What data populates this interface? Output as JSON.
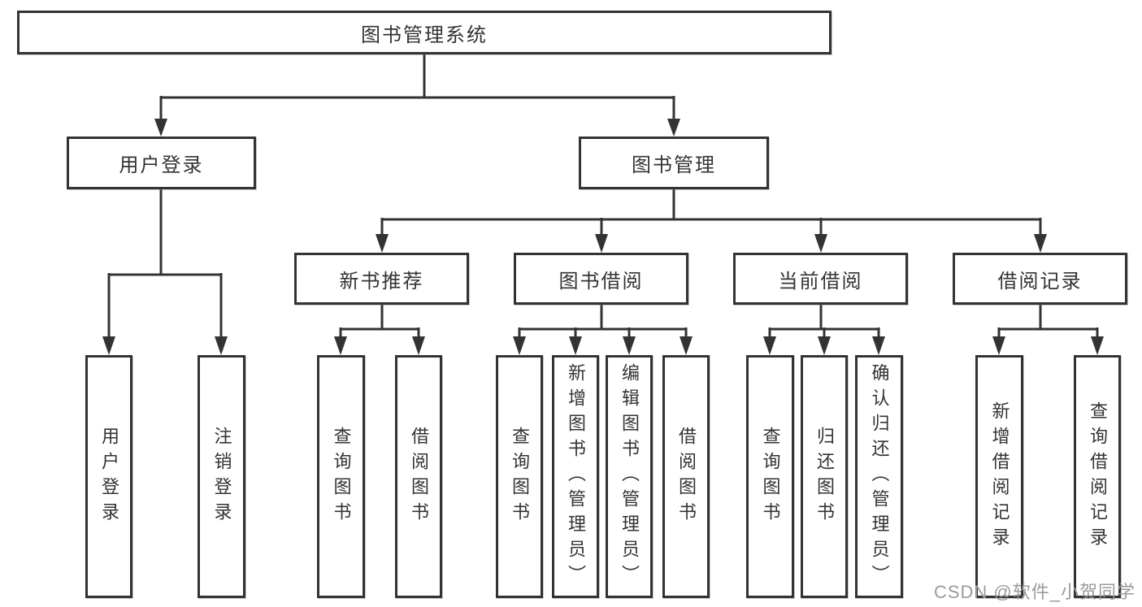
{
  "root": {
    "id": "library-management-system",
    "label": "图书管理系统"
  },
  "level2": [
    {
      "id": "user-login",
      "label": "用户登录",
      "parent": "library-management-system"
    },
    {
      "id": "book-management",
      "label": "图书管理",
      "parent": "library-management-system"
    }
  ],
  "level3": [
    {
      "id": "new-book-recommendation",
      "label": "新书推荐",
      "parent": "book-management"
    },
    {
      "id": "book-borrowing",
      "label": "图书借阅",
      "parent": "book-management"
    },
    {
      "id": "current-borrowing",
      "label": "当前借阅",
      "parent": "book-management"
    },
    {
      "id": "borrowing-records",
      "label": "借阅记录",
      "parent": "book-management"
    }
  ],
  "level4": [
    {
      "id": "leaf-user-login",
      "label": "用户登录",
      "parent": "user-login"
    },
    {
      "id": "leaf-logout",
      "label": "注销登录",
      "parent": "user-login"
    },
    {
      "id": "leaf-query-books-recommend",
      "label": "查询图书",
      "parent": "new-book-recommendation"
    },
    {
      "id": "leaf-borrow-books-recommend",
      "label": "借阅图书",
      "parent": "new-book-recommendation"
    },
    {
      "id": "leaf-query-books-borrow",
      "label": "查询图书",
      "parent": "book-borrowing"
    },
    {
      "id": "leaf-add-books-admin",
      "label": "新增图书（管理员）",
      "parent": "book-borrowing"
    },
    {
      "id": "leaf-edit-books-admin",
      "label": "编辑图书（管理员）",
      "parent": "book-borrowing"
    },
    {
      "id": "leaf-borrow-books-borrow",
      "label": "借阅图书",
      "parent": "book-borrowing"
    },
    {
      "id": "leaf-query-books-current",
      "label": "查询图书",
      "parent": "current-borrowing"
    },
    {
      "id": "leaf-return-books",
      "label": "归还图书",
      "parent": "current-borrowing"
    },
    {
      "id": "leaf-confirm-return-admin",
      "label": "确认归还（管理员）",
      "parent": "current-borrowing"
    },
    {
      "id": "leaf-add-borrow-record",
      "label": "新增借阅记录",
      "parent": "borrowing-records"
    },
    {
      "id": "leaf-query-borrow-record",
      "label": "查询借阅记录",
      "parent": "borrowing-records"
    }
  ],
  "watermark": {
    "text": "CSDN @软件_小贺同学"
  },
  "colors": {
    "line": "#333333",
    "box_border": "#333333",
    "box_background": "#ffffff",
    "text": "#333333",
    "watermark": "#9b9b9f",
    "page_background": "#ffffff"
  }
}
